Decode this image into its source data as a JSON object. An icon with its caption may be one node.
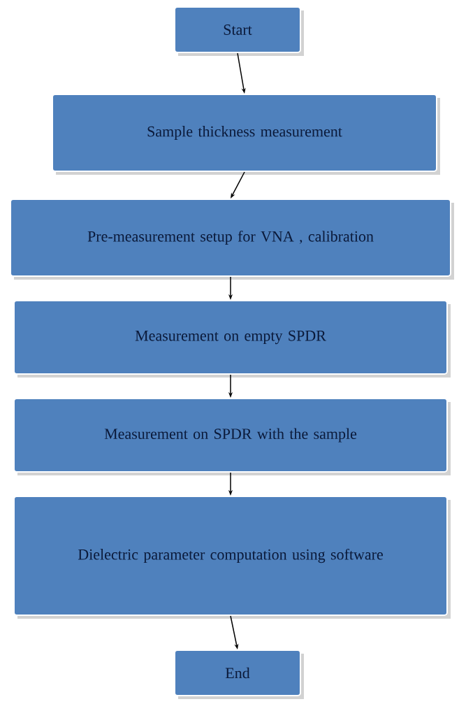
{
  "diagram": {
    "nodes": [
      {
        "text": [
          "Start"
        ]
      },
      {
        "text": [
          "Sample thickness measurement"
        ]
      },
      {
        "text": [
          "Pre-measurement setup for VNA , calibration"
        ]
      },
      {
        "text": [
          "Measurement on empty SPDR"
        ]
      },
      {
        "text": [
          "Measurement on SPDR with the sample"
        ]
      },
      {
        "text": [
          "Dielectric parameter computation using software"
        ]
      },
      {
        "text": [
          "End"
        ]
      }
    ],
    "edges": [
      {
        "from": 0,
        "to": 1,
        "arrow": "to"
      },
      {
        "from": 1,
        "to": 2,
        "arrow": "to"
      },
      {
        "from": 2,
        "to": 3,
        "arrow": "to"
      },
      {
        "from": 3,
        "to": 4,
        "arrow": "to"
      },
      {
        "from": 4,
        "to": 5,
        "arrow": "to"
      },
      {
        "from": 5,
        "to": 6,
        "arrow": "to"
      }
    ]
  }
}
